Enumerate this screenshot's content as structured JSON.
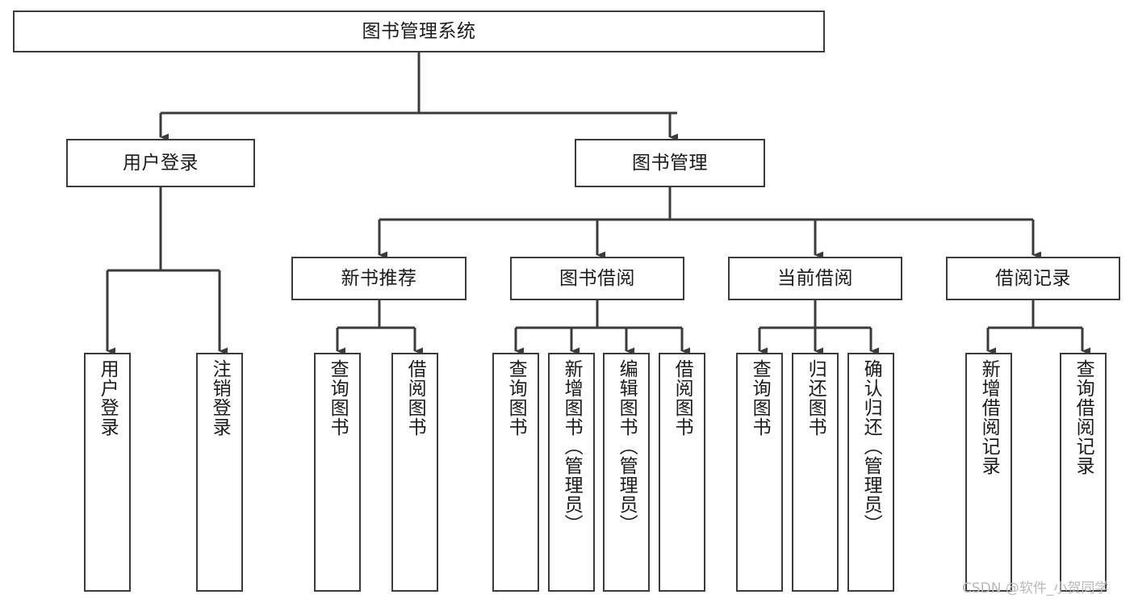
{
  "diagram": {
    "title": "图书管理系统",
    "type": "tree-hierarchy",
    "watermark": "CSDN @软件_小贺同学",
    "colors": {
      "stroke": "#3b3b3b",
      "fill": "#ffffff",
      "text": "#1b1b1b",
      "watermark": "#b9b9b9"
    },
    "nodes": {
      "root": {
        "label": "图书管理系统"
      },
      "level2": [
        {
          "label": "用户登录"
        },
        {
          "label": "图书管理"
        }
      ],
      "level3": [
        {
          "label": "新书推荐"
        },
        {
          "label": "图书借阅"
        },
        {
          "label": "当前借阅"
        },
        {
          "label": "借阅记录"
        }
      ],
      "leaves_user_login": [
        {
          "label": "用户登录"
        },
        {
          "label": "注销登录"
        }
      ],
      "leaves_new_book": [
        {
          "label": "查询图书"
        },
        {
          "label": "借阅图书"
        }
      ],
      "leaves_borrow": [
        {
          "label": "查询图书"
        },
        {
          "label": "新增图书（管理员）"
        },
        {
          "label": "编辑图书（管理员）"
        },
        {
          "label": "借阅图书"
        }
      ],
      "leaves_current": [
        {
          "label": "查询图书"
        },
        {
          "label": "归还图书"
        },
        {
          "label": "确认归还（管理员）"
        }
      ],
      "leaves_records": [
        {
          "label": "新增借阅记录"
        },
        {
          "label": "查询借阅记录"
        }
      ]
    }
  }
}
